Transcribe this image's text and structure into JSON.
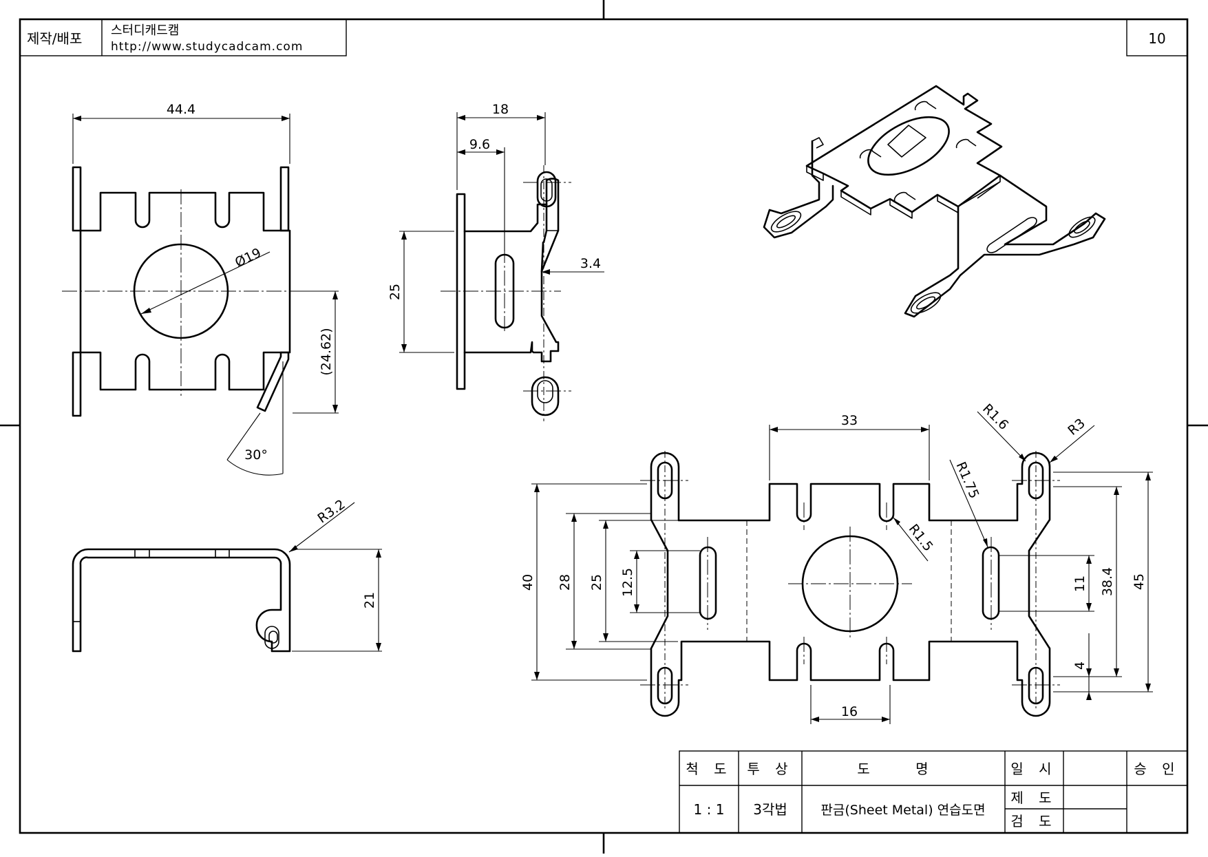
{
  "header": {
    "label": "제작/배포",
    "company": "스터디캐드캠",
    "url": "http://www.studycadcam.com",
    "sheet_number": "10"
  },
  "dimensions": {
    "front": {
      "width": "44.4",
      "diameter": "Ø19",
      "height": "(24.62)",
      "angle": "30°"
    },
    "side": {
      "overall": "18",
      "offset": "9.6",
      "depth": "3.4",
      "height": "25"
    },
    "bottom": {
      "radius": "R3.2",
      "height": "21"
    },
    "flat": {
      "top": "33",
      "bottom": "16",
      "r1": "R1.6",
      "r2": "R3",
      "r3": "R1.75",
      "r4": "R1.5",
      "h40": "40",
      "h28": "28",
      "h25": "25",
      "h12": "12.5",
      "h11": "11",
      "h38": "38.4",
      "h45": "45",
      "h4": "4"
    }
  },
  "title_block": {
    "scale_label": "척 도",
    "projection_label": "투 상",
    "name_label": "도 명",
    "date_label": "일 시",
    "approve_label": "승 인",
    "scale": "1 : 1",
    "projection": "3각법",
    "drawing_name": "판금(Sheet Metal) 연습도면",
    "drawn": "제 도",
    "checked": "검 도"
  }
}
